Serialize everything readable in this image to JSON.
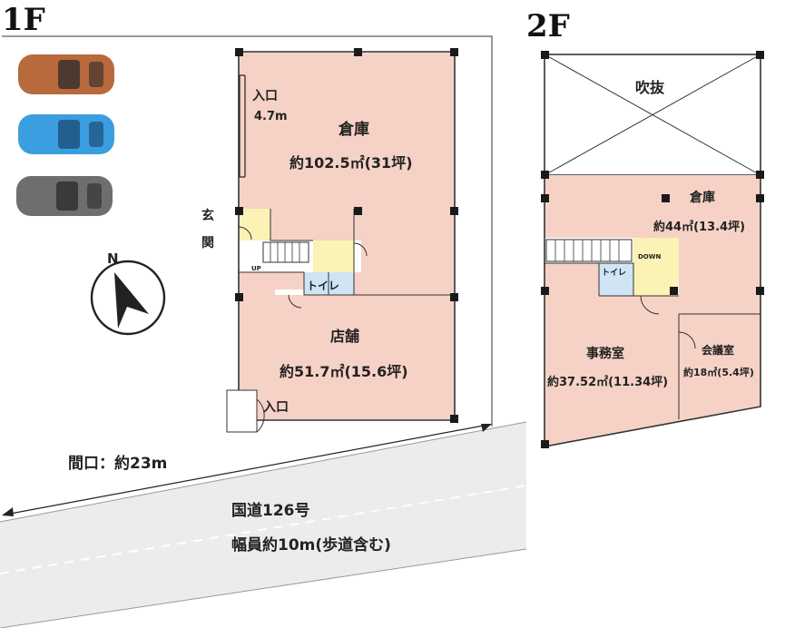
{
  "floor1": {
    "title": "1F",
    "warehouse": {
      "name": "倉庫",
      "area": "約102.5㎡(31坪)"
    },
    "entrance_top": {
      "label": "入口",
      "width": "4.7m"
    },
    "genkan": {
      "line1": "玄",
      "line2": "関"
    },
    "stairs_label": "UP",
    "toilet": "トイレ",
    "shop": {
      "name": "店舗",
      "area": "約51.7㎡(15.6坪)"
    },
    "entrance_bottom": "入口",
    "frontage": "間口：約23m",
    "road": {
      "name": "国道126号",
      "width": "幅員約10m(歩道含む)"
    },
    "compass": "N",
    "cars": [
      {
        "color": "#b86a3c",
        "icon": "car-icon"
      },
      {
        "color": "#3a9ee0",
        "icon": "car-icon"
      },
      {
        "color": "#6e6e6e",
        "icon": "car-icon"
      }
    ]
  },
  "floor2": {
    "title": "2F",
    "void": "吹抜",
    "warehouse": {
      "name": "倉庫",
      "area": "約44㎡(13.4坪)"
    },
    "stairs_label": "DOWN",
    "toilet": "トイレ",
    "office": {
      "name": "事務室",
      "area": "約37.52㎡(11.34坪)"
    },
    "meeting": {
      "name": "会議室",
      "area": "約18㎡(5.4坪)"
    }
  },
  "colors": {
    "room_fill": "#f6d2c6",
    "toilet_fill": "#cfe4f5",
    "entry_fill": "#fbf2b6",
    "road_fill": "#ececec"
  }
}
